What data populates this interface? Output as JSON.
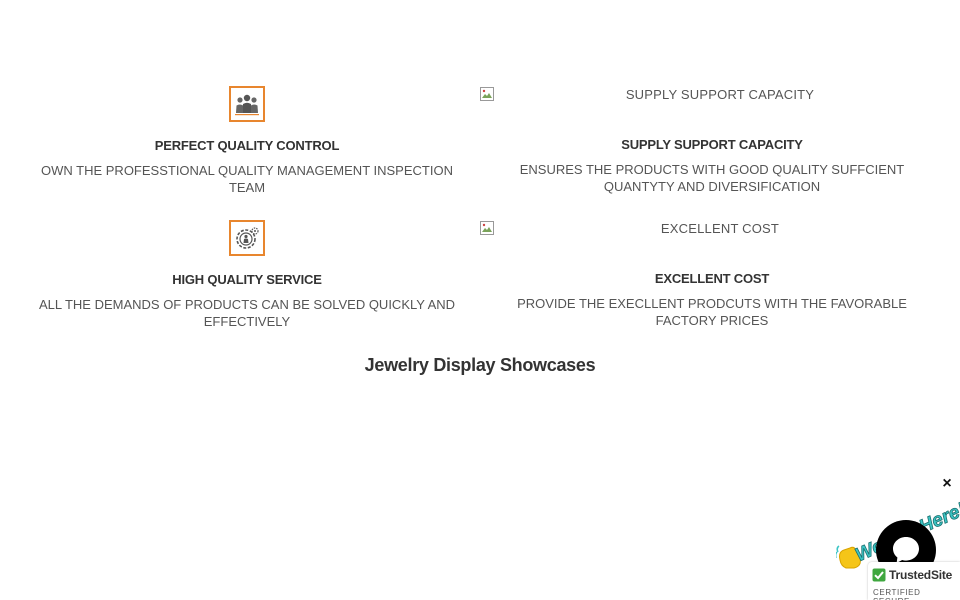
{
  "features": [
    {
      "title": "PERFECT QUALITY CONTROL",
      "description": "OWN THE PROFESSTIONAL QUALITY MANAGEMENT INSPECTION TEAM",
      "icon": "team-icon"
    },
    {
      "title": "SUPPLY SUPPORT CAPACITY",
      "description": "ENSURES THE PRODUCTS WITH GOOD QUALITY SUFFCIENT QUANTYTY AND DIVERSIFICATION",
      "image_alt": "SUPPLY SUPPORT CAPACITY",
      "icon": "broken-image-icon"
    },
    {
      "title": "HIGH QUALITY SERVICE",
      "description": "ALL THE DEMANDS OF PRODUCTS CAN BE SOLVED QUICKLY AND EFFECTIVELY",
      "icon": "service-gear-icon"
    },
    {
      "title": "EXCELLENT COST",
      "description": "PROVIDE THE EXECLLENT PRODCUTS WITH THE FAVORABLE FACTORY PRICES",
      "image_alt": "EXCELLENT COST",
      "icon": "broken-image-icon"
    }
  ],
  "section": {
    "title": "Jewelry Display Showcases"
  },
  "chat_widget": {
    "close_label": "×",
    "greeting": "We Are Here!",
    "icon": "chat-bubble-icon"
  },
  "trust_badge": {
    "brand": "TrustedSite",
    "tagline": "CERTIFIED SECURE"
  },
  "colors": {
    "accent_orange": "#e8862e",
    "icon_gray": "#555555",
    "chat_black": "#000000",
    "greeting_teal": "#3cc5c5",
    "badge_green": "#3fa73f"
  }
}
